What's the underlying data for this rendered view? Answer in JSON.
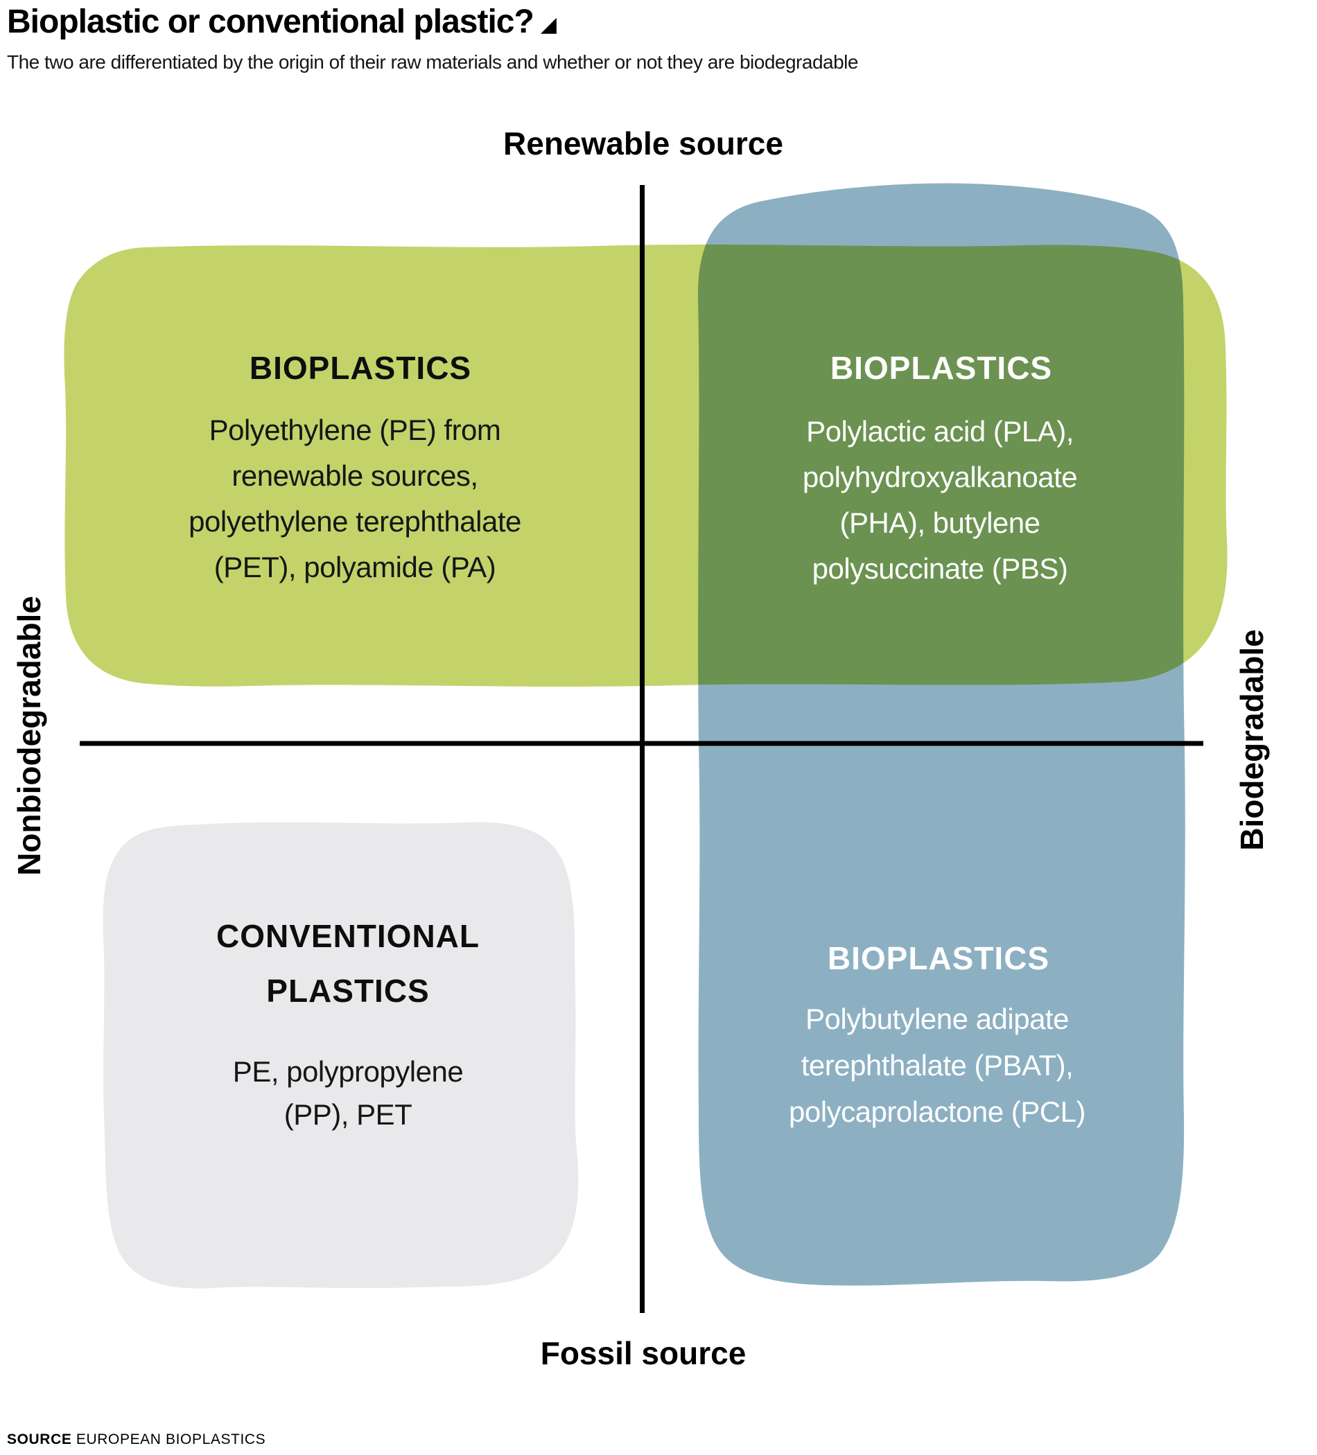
{
  "title": {
    "text": "Bioplastic or conventional plastic?",
    "icon": "◢"
  },
  "subtitle": "The two are differentiated by the origin of their raw materials and whether or not they are biodegradable",
  "axes": {
    "top": "Renewable source",
    "bottom": "Fossil source",
    "left": "Nonbiodegradable",
    "right": "Biodegradable"
  },
  "quadrants": {
    "top_left": {
      "heading": "BIOPLASTICS",
      "body": "Polyethylene (PE) from\nrenewable sources,\npolyethylene terephthalate\n(PET), polyamide (PA)"
    },
    "top_right": {
      "heading": "BIOPLASTICS",
      "body": "Polylactic acid (PLA),\npolyhydroxyalkanoate\n(PHA), butylene\npolysuccinate (PBS)"
    },
    "bottom_left": {
      "heading": "CONVENTIONAL\nPLASTICS",
      "body": "PE, polypropylene\n(PP), PET"
    },
    "bottom_right": {
      "heading": "BIOPLASTICS",
      "body": "Polybutylene adipate\nterephthalate (PBAT),\npolycaprolactone (PCL)"
    }
  },
  "source": {
    "label": "SOURCE",
    "text": "EUROPEAN BIOPLASTICS"
  },
  "colors": {
    "green": "#c3d36a",
    "blue": "#8cb0c2",
    "gray": "#e9e9eb",
    "overlap_result": "#6b9151",
    "axis": "#000000",
    "text_dark": "#111111",
    "text_light": "#ffffff"
  }
}
